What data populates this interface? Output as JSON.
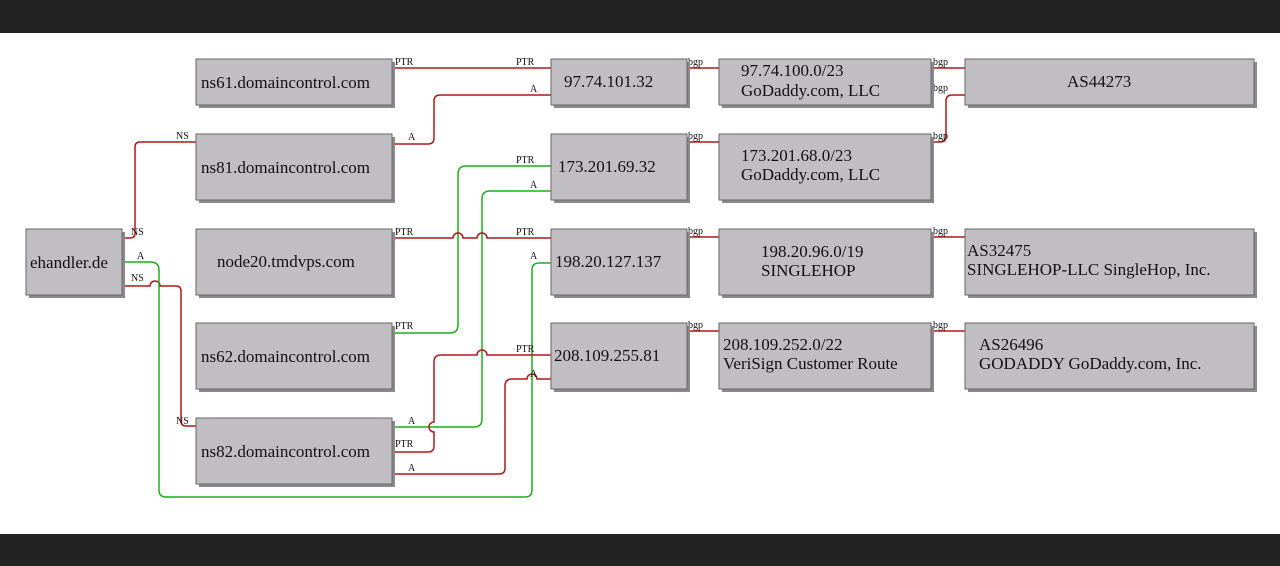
{
  "colors": {
    "ns_a_ptr_edge": "#b01818",
    "a_edge_alt": "#1fae1f",
    "node_fill": "#c0bec2",
    "background": "#ffffff",
    "frame": "#222222"
  },
  "nodes": {
    "ehandler": "ehandler.de",
    "ns61": "ns61.domaincontrol.com",
    "ns81": "ns81.domaincontrol.com",
    "node20": "node20.tmdvps.com",
    "ns62": "ns62.domaincontrol.com",
    "ns82": "ns82.domaincontrol.com",
    "ip1": "97.74.101.32",
    "ip2": "173.201.69.32",
    "ip3": "198.20.127.137",
    "ip4": "208.109.255.81",
    "net1": [
      "97.74.100.0/23",
      "GoDaddy.com, LLC"
    ],
    "net2": [
      "173.201.68.0/23",
      "GoDaddy.com, LLC"
    ],
    "net3": [
      "198.20.96.0/19",
      "SINGLEHOP"
    ],
    "net4": [
      "208.109.252.0/22",
      "VeriSign Customer Route"
    ],
    "as1": [
      "AS44273"
    ],
    "as2": [
      "AS32475",
      "SINGLEHOP-LLC SingleHop, Inc."
    ],
    "as3": [
      "AS26496",
      "GODADDY GoDaddy.com, Inc."
    ]
  },
  "labels": {
    "ns": "NS",
    "a": "A",
    "ptr": "PTR",
    "bgp": "bgp"
  }
}
